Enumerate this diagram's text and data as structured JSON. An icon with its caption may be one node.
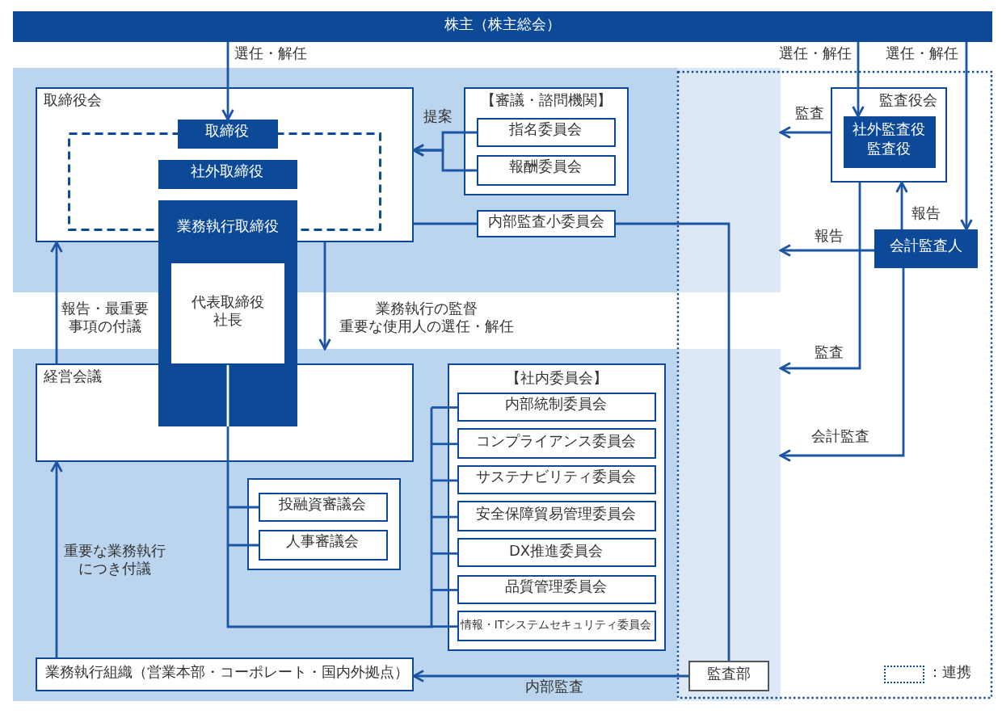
{
  "diagram": {
    "nodes": [
      {
        "text": [
          "株主（株主総会）"
        ]
      },
      {
        "text": [],
        "shape": "band"
      },
      {
        "text": [
          "取締役会"
        ],
        "in": 1
      },
      {
        "text": [
          "取締役"
        ],
        "in": 2
      },
      {
        "text": [
          "社外取締役"
        ],
        "in": 2
      },
      {
        "text": [
          "業務執行取締役"
        ]
      },
      {
        "text": [
          "代表取締役社長"
        ],
        "in": 5
      },
      {
        "text": [
          "【審議・諮問機関】"
        ],
        "in": 1
      },
      {
        "text": [
          "指名委員会"
        ],
        "in": 7
      },
      {
        "text": [
          "報酬委員会"
        ],
        "in": 7
      },
      {
        "text": [
          "内部監査小委員会"
        ],
        "in": 1
      },
      {
        "text": [
          "監査役会"
        ]
      },
      {
        "text": [
          "社外監査役",
          "監査役"
        ],
        "in": 11
      },
      {
        "text": [
          "会計監査人"
        ]
      },
      {
        "text": [],
        "shape": "band"
      },
      {
        "text": [
          "経営会議"
        ],
        "in": 14
      },
      {
        "text": [],
        "shape": "box",
        "in": 14
      },
      {
        "text": [
          "投融資審議会"
        ],
        "in": 16
      },
      {
        "text": [
          "人事審議会"
        ],
        "in": 16
      },
      {
        "text": [
          "【社内委員会】"
        ],
        "in": 14
      },
      {
        "text": [
          "内部統制委員会"
        ],
        "in": 19
      },
      {
        "text": [
          "コンプライアンス委員会"
        ],
        "in": 19
      },
      {
        "text": [
          "サステナビリティ委員会"
        ],
        "in": 19
      },
      {
        "text": [
          "安全保障貿易管理委員会"
        ],
        "in": 19
      },
      {
        "text": [
          "DX推進委員会"
        ],
        "in": 19
      },
      {
        "text": [
          "品質管理委員会"
        ],
        "in": 19
      },
      {
        "text": [
          "情報・ITシステムセキュリティ委員会"
        ],
        "in": 19
      },
      {
        "text": [
          "業務執行組織（営業本部・コーポレート・国内外拠点）"
        ],
        "in": 14
      },
      {
        "text": [
          "監査部"
        ],
        "in": 14
      }
    ],
    "edges": [
      {
        "from": 0,
        "to": 3,
        "arrow": "to",
        "label": "選任・解任"
      },
      {
        "from": 0,
        "to": 12,
        "arrow": "to",
        "label": "選任・解任"
      },
      {
        "from": 0,
        "to": 13,
        "arrow": "to",
        "label": "選任・解任"
      },
      {
        "from": 8,
        "to": 2,
        "arrow": "to",
        "label": "提案"
      },
      {
        "from": 9,
        "to": 2,
        "arrow": "to"
      },
      {
        "from": 11,
        "to": 1,
        "arrow": "to",
        "label": "監査"
      },
      {
        "from": 13,
        "to": 1,
        "arrow": "to",
        "label": "報告"
      },
      {
        "from": 13,
        "to": 11,
        "arrow": "to",
        "label": "報告"
      },
      {
        "from": 11,
        "to": 14,
        "arrow": "to",
        "label": "監査"
      },
      {
        "from": 13,
        "to": 14,
        "arrow": "to",
        "label": "会計監査"
      },
      {
        "from": 2,
        "to": 14,
        "arrow": "to",
        "label": "業務執行の監督重要な使用人の選任・解任"
      },
      {
        "from": 15,
        "to": 2,
        "arrow": "to",
        "label": "報告・最重要事項の付議"
      },
      {
        "from": 27,
        "to": 15,
        "arrow": "to",
        "label": "重要な業務執行につき付議"
      },
      {
        "from": 2,
        "to": 10,
        "arrow": "none"
      },
      {
        "from": 10,
        "to": 28,
        "arrow": "none"
      },
      {
        "from": 28,
        "to": 27,
        "arrow": "to",
        "label": "内部監査"
      },
      {
        "from": 6,
        "to": 15,
        "arrow": "none"
      },
      {
        "from": 15,
        "to": 17,
        "arrow": "none"
      },
      {
        "from": 15,
        "to": 18,
        "arrow": "none"
      },
      {
        "from": 15,
        "to": 20,
        "arrow": "none"
      },
      {
        "from": 15,
        "to": 21,
        "arrow": "none"
      },
      {
        "from": 15,
        "to": 22,
        "arrow": "none"
      },
      {
        "from": 15,
        "to": 23,
        "arrow": "none"
      },
      {
        "from": 15,
        "to": 24,
        "arrow": "none"
      },
      {
        "from": 15,
        "to": 25,
        "arrow": "none"
      },
      {
        "from": 15,
        "to": 26,
        "arrow": "none"
      }
    ],
    "legend": [
      {
        "text": "：連携"
      }
    ]
  }
}
